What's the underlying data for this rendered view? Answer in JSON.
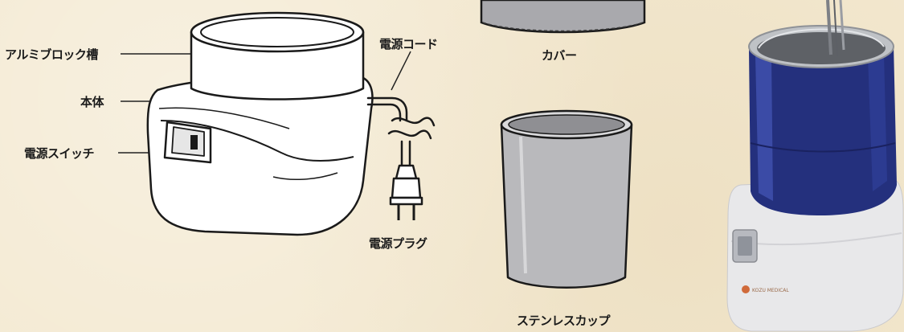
{
  "labels": {
    "aluminum_block_tank": "アルミブロック槽",
    "main_body": "本体",
    "power_switch": "電源スイッチ",
    "power_cord": "電源コード",
    "power_plug": "電源プラグ",
    "cover": "カバー",
    "stainless_cup": "ステンレスカップ"
  },
  "photo": {
    "brand_text": "KOZU MEDICAL",
    "body_color": "#23307a",
    "base_color": "#ececec"
  }
}
